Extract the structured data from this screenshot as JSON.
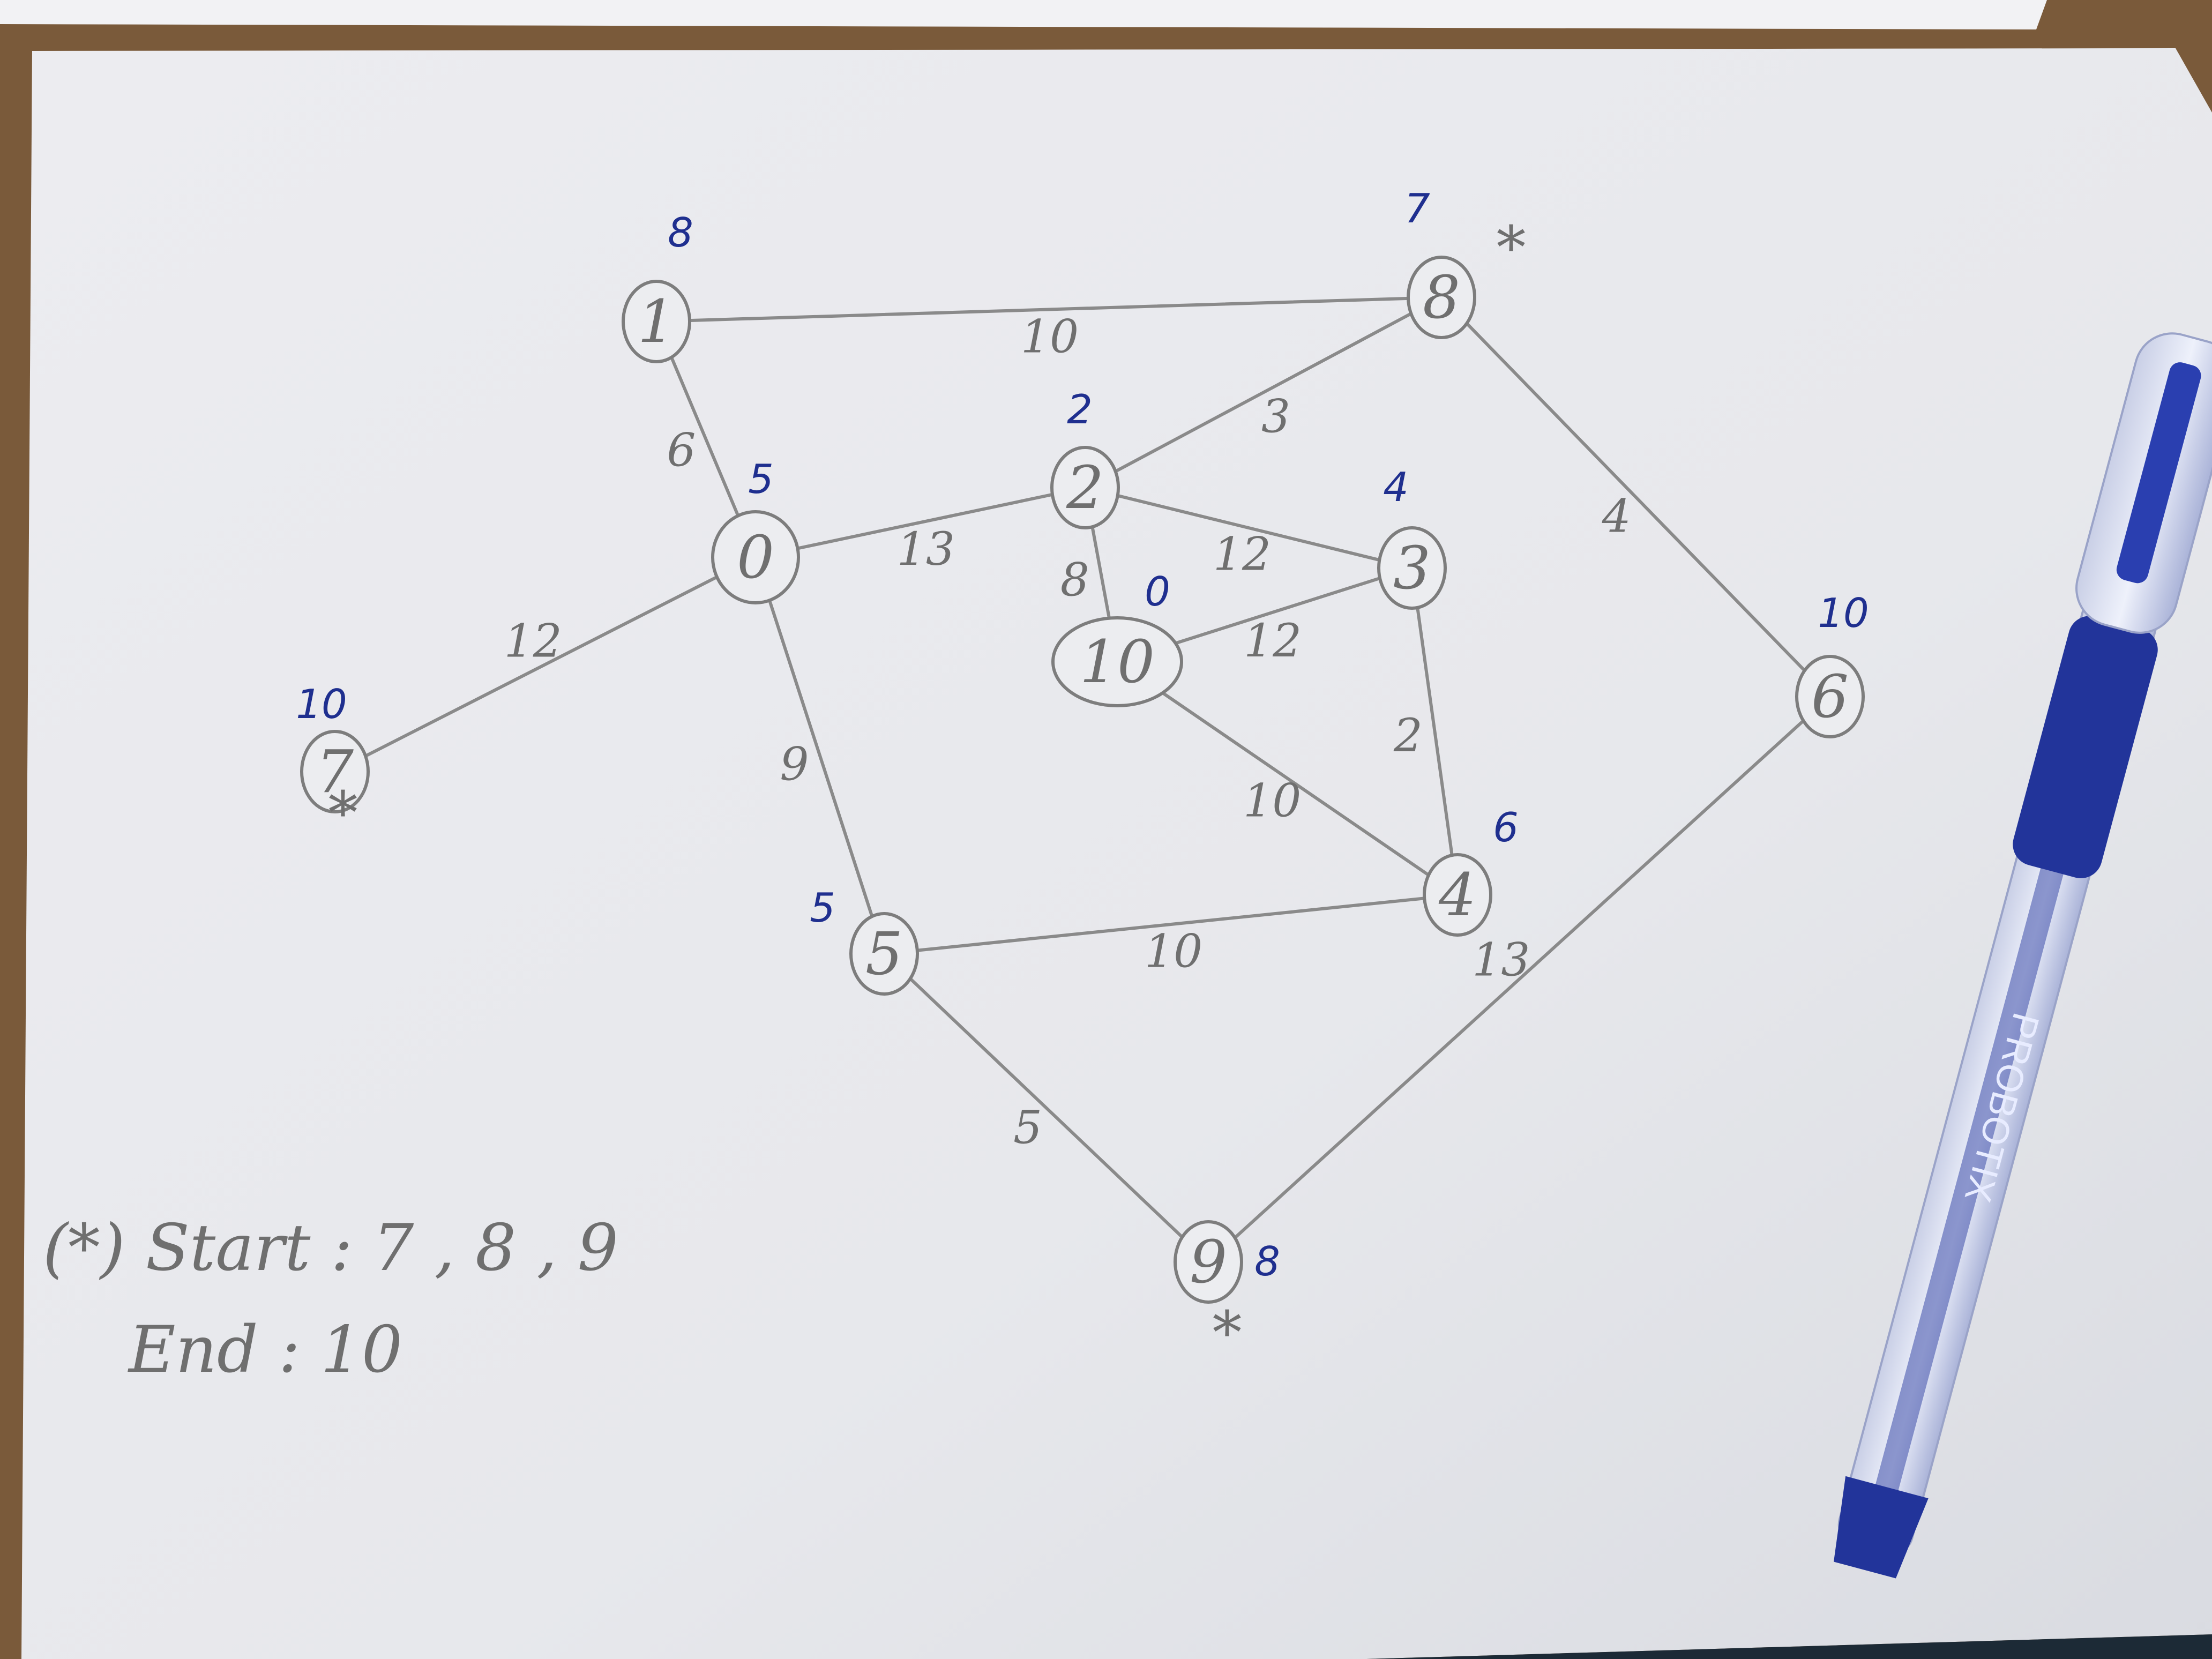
{
  "photo": {
    "subject": "hand-drawn weighted graph on paper with a blue pen",
    "pen_brand_text": "PROBOTIX"
  },
  "graph": {
    "nodes": [
      {
        "id": "0",
        "label": "0",
        "annotation": "5"
      },
      {
        "id": "1",
        "label": "1",
        "annotation": "8"
      },
      {
        "id": "2",
        "label": "2",
        "annotation": "2"
      },
      {
        "id": "3",
        "label": "3",
        "annotation": "4"
      },
      {
        "id": "4",
        "label": "4",
        "annotation": "6"
      },
      {
        "id": "5",
        "label": "5",
        "annotation": "5"
      },
      {
        "id": "6",
        "label": "6",
        "annotation": "10"
      },
      {
        "id": "7",
        "label": "7",
        "annotation": "10",
        "starred": true
      },
      {
        "id": "8",
        "label": "8",
        "annotation": "7",
        "starred": true
      },
      {
        "id": "9",
        "label": "9",
        "annotation": "8",
        "starred": true
      },
      {
        "id": "10",
        "label": "10",
        "annotation": "0"
      }
    ],
    "edges": [
      {
        "from": "1",
        "to": "8",
        "weight": "10"
      },
      {
        "from": "1",
        "to": "0",
        "weight": "6"
      },
      {
        "from": "0",
        "to": "2",
        "weight": "13"
      },
      {
        "from": "0",
        "to": "7",
        "weight": "12"
      },
      {
        "from": "0",
        "to": "5",
        "weight": "9"
      },
      {
        "from": "2",
        "to": "8",
        "weight": "3"
      },
      {
        "from": "2",
        "to": "3",
        "weight": "12"
      },
      {
        "from": "2",
        "to": "10",
        "weight": "8"
      },
      {
        "from": "10",
        "to": "3",
        "weight": "12"
      },
      {
        "from": "10",
        "to": "4",
        "weight": "10"
      },
      {
        "from": "3",
        "to": "4",
        "weight": "2"
      },
      {
        "from": "5",
        "to": "4",
        "weight": "10"
      },
      {
        "from": "5",
        "to": "9",
        "weight": "5"
      },
      {
        "from": "8",
        "to": "6",
        "weight": "4"
      },
      {
        "from": "6",
        "to": "9",
        "weight": "13"
      }
    ]
  },
  "notes": {
    "star_marker": "*",
    "start_line": "(*) Start : 7 , 8 , 9",
    "end_line": "End : 10"
  },
  "colors": {
    "table": "#7a5a3a",
    "paper": "#eaebee",
    "pencil": "#6f6f6f",
    "ink": "#1f2f8f",
    "pen_body": "#22349a"
  }
}
